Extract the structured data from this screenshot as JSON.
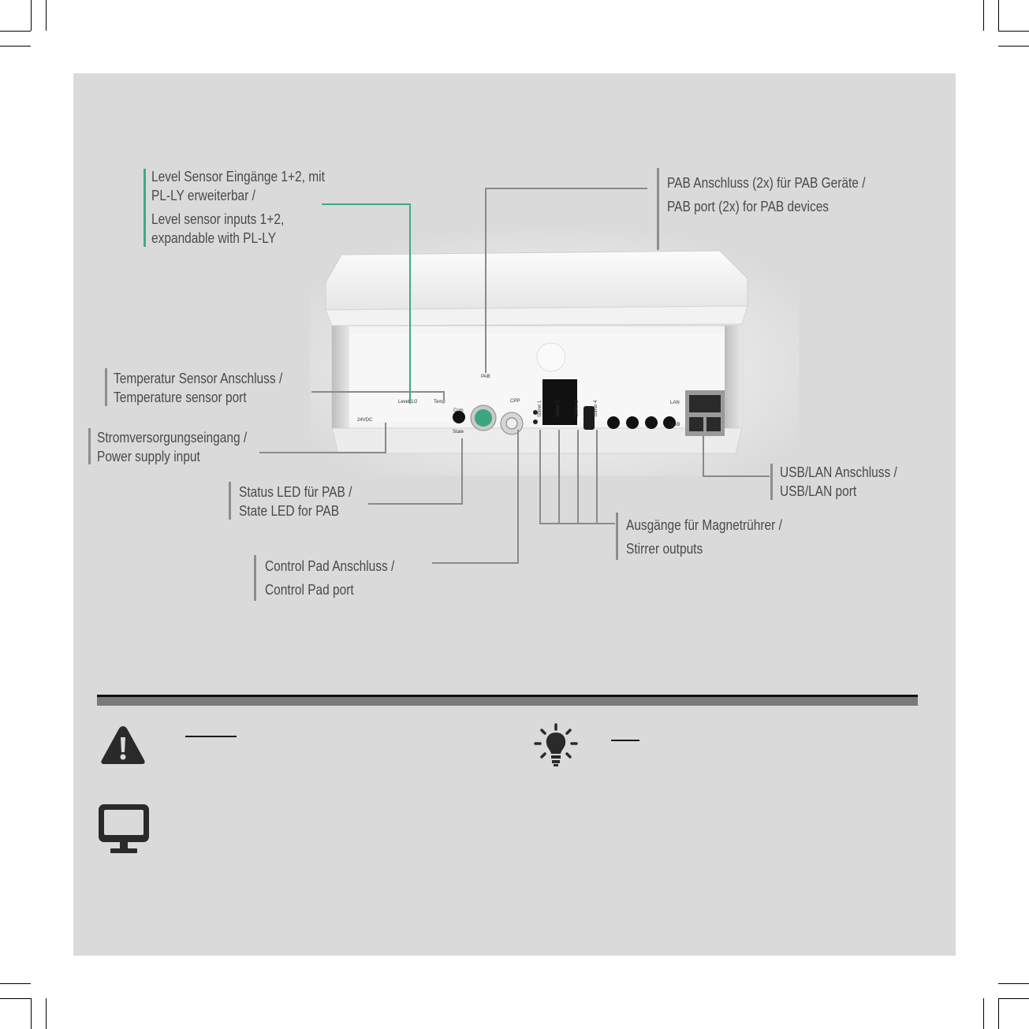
{
  "callouts": {
    "level": {
      "de": [
        "Level Sensor Eingänge 1+2, mit",
        "PL-LY erweiterbar /"
      ],
      "en": [
        "Level sensor inputs 1+2,",
        "expandable with PL-LY"
      ]
    },
    "pab": [
      "PAB Anschluss (2x) für PAB Geräte /",
      "PAB port (2x) for PAB devices"
    ],
    "temp": [
      "Temperatur Sensor Anschluss /",
      "Temperature sensor port"
    ],
    "power": [
      "Stromversorgungseingang /",
      "Power supply input"
    ],
    "status": [
      "Status LED für PAB /",
      "State LED for PAB"
    ],
    "usblan": [
      "USB/LAN Anschluss /",
      "USB/LAN port"
    ],
    "stirrer": [
      "Ausgänge für Magnetrührer /",
      "Stirrer outputs"
    ],
    "control": [
      "Control Pad Anschluss /",
      "Control Pad port"
    ]
  },
  "device": {
    "label_24vdc": "24VDC",
    "label_level": "Level 1/2",
    "label_temp": "Temp",
    "label_com": "Com",
    "label_state": "State",
    "label_pab": "PAB",
    "label_cpp": "CPP",
    "stirrers": [
      "Stirrer 1",
      "Stirrer 2",
      "Stirrer 3",
      "Stirrer 4"
    ],
    "label_lan": "LAN",
    "label_usb": "USB"
  },
  "icons": {
    "warning": "warning-triangle-icon",
    "tip": "lightbulb-icon",
    "screen": "monitor-icon"
  },
  "colors": {
    "panel": "#dadada",
    "accent_green": "#3fa88c",
    "callout_bar": "#8d8d8d",
    "text": "#4a4a4a"
  }
}
